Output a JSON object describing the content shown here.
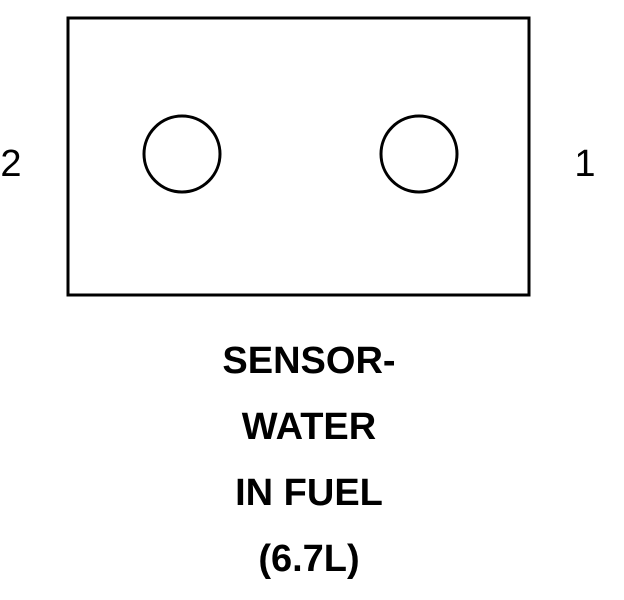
{
  "connector": {
    "pins": [
      {
        "label": "2"
      },
      {
        "label": "1"
      }
    ],
    "caption": [
      "SENSOR-",
      "WATER",
      "IN FUEL",
      "(6.7L)"
    ]
  },
  "colors": {
    "stroke": "#000000",
    "background": "#ffffff"
  }
}
